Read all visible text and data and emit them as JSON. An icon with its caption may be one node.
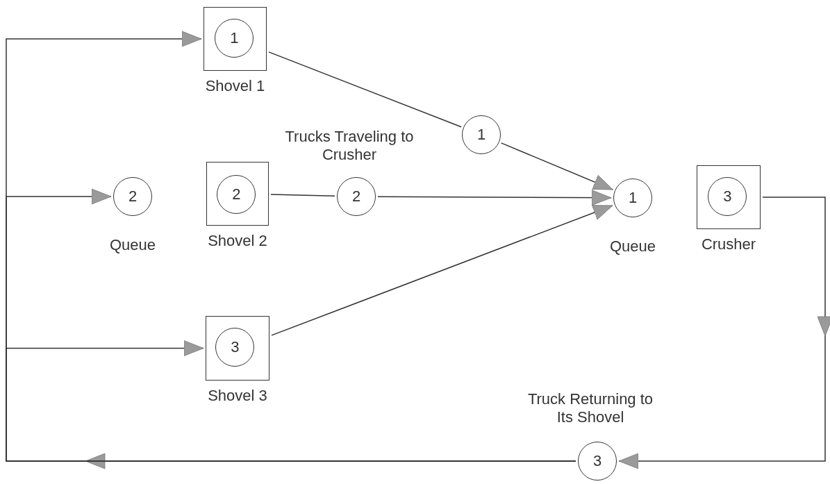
{
  "diagram": {
    "nodes": [
      {
        "text": [
          "Shovel 1"
        ]
      },
      {
        "text": [
          "1"
        ],
        "in": 0
      },
      {
        "text": [
          "1"
        ]
      },
      {
        "text": [
          "2"
        ],
        "beside": [
          "Queue"
        ]
      },
      {
        "text": [
          "Shovel 2"
        ]
      },
      {
        "text": [
          "2"
        ],
        "in": 4
      },
      {
        "text": [
          "2"
        ]
      },
      {
        "text": [
          "Shovel 3"
        ]
      },
      {
        "text": [
          "3"
        ],
        "in": 7
      },
      {
        "text": [
          "1"
        ],
        "beside": [
          "Queue"
        ]
      },
      {
        "text": [
          "Crusher"
        ]
      },
      {
        "text": [
          "3"
        ],
        "in": 10
      },
      {
        "text": [
          "3"
        ]
      }
    ],
    "edges": [
      {
        "from": 0,
        "to": 2,
        "arrow": "none"
      },
      {
        "from": 2,
        "to": 9,
        "arrow": "to"
      },
      {
        "from": 4,
        "to": 6,
        "arrow": "none"
      },
      {
        "from": 6,
        "to": 9,
        "arrow": "to"
      },
      {
        "from": 7,
        "to": 9,
        "arrow": "to"
      },
      {
        "from": 10,
        "to": 12,
        "arrow": "to"
      },
      {
        "from": 12,
        "to": 0,
        "arrow": "to"
      },
      {
        "from": 12,
        "to": 3,
        "arrow": "to"
      },
      {
        "from": 12,
        "to": 7,
        "arrow": "to"
      }
    ],
    "labels": [
      "Trucks Traveling to Crusher",
      "Truck Returning to Its Shovel"
    ]
  }
}
